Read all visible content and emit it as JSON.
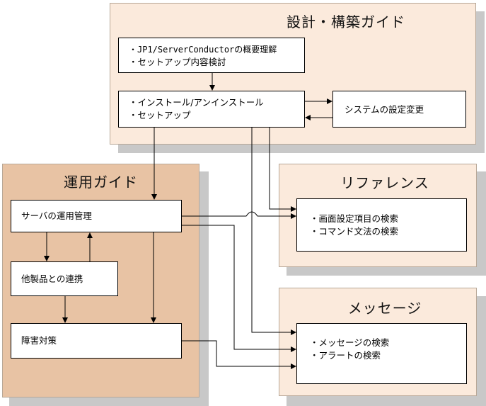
{
  "panels": {
    "design_guide": {
      "title": "設計・構築ガイド"
    },
    "operation_guide": {
      "title": "運用ガイド"
    },
    "reference": {
      "title": "リファレンス"
    },
    "messages": {
      "title": "メッセージ"
    }
  },
  "boxes": {
    "overview": {
      "lines": [
        "・JP1/ServerConductorの概要理解",
        "・セットアップ内容検討"
      ]
    },
    "install": {
      "lines": [
        "・インストール/アンインストール",
        "・セットアップ"
      ]
    },
    "system_settings": {
      "label": "システムの設定変更"
    },
    "server_ops": {
      "label": "サーバの運用管理"
    },
    "integration": {
      "label": "他製品との連携"
    },
    "troubleshooting": {
      "label": "障害対策"
    },
    "reference_search": {
      "lines": [
        "・画面設定項目の検索",
        "・コマンド文法の検索"
      ]
    },
    "message_search": {
      "lines": [
        "・メッセージの検索",
        "・アラートの検索"
      ]
    }
  }
}
